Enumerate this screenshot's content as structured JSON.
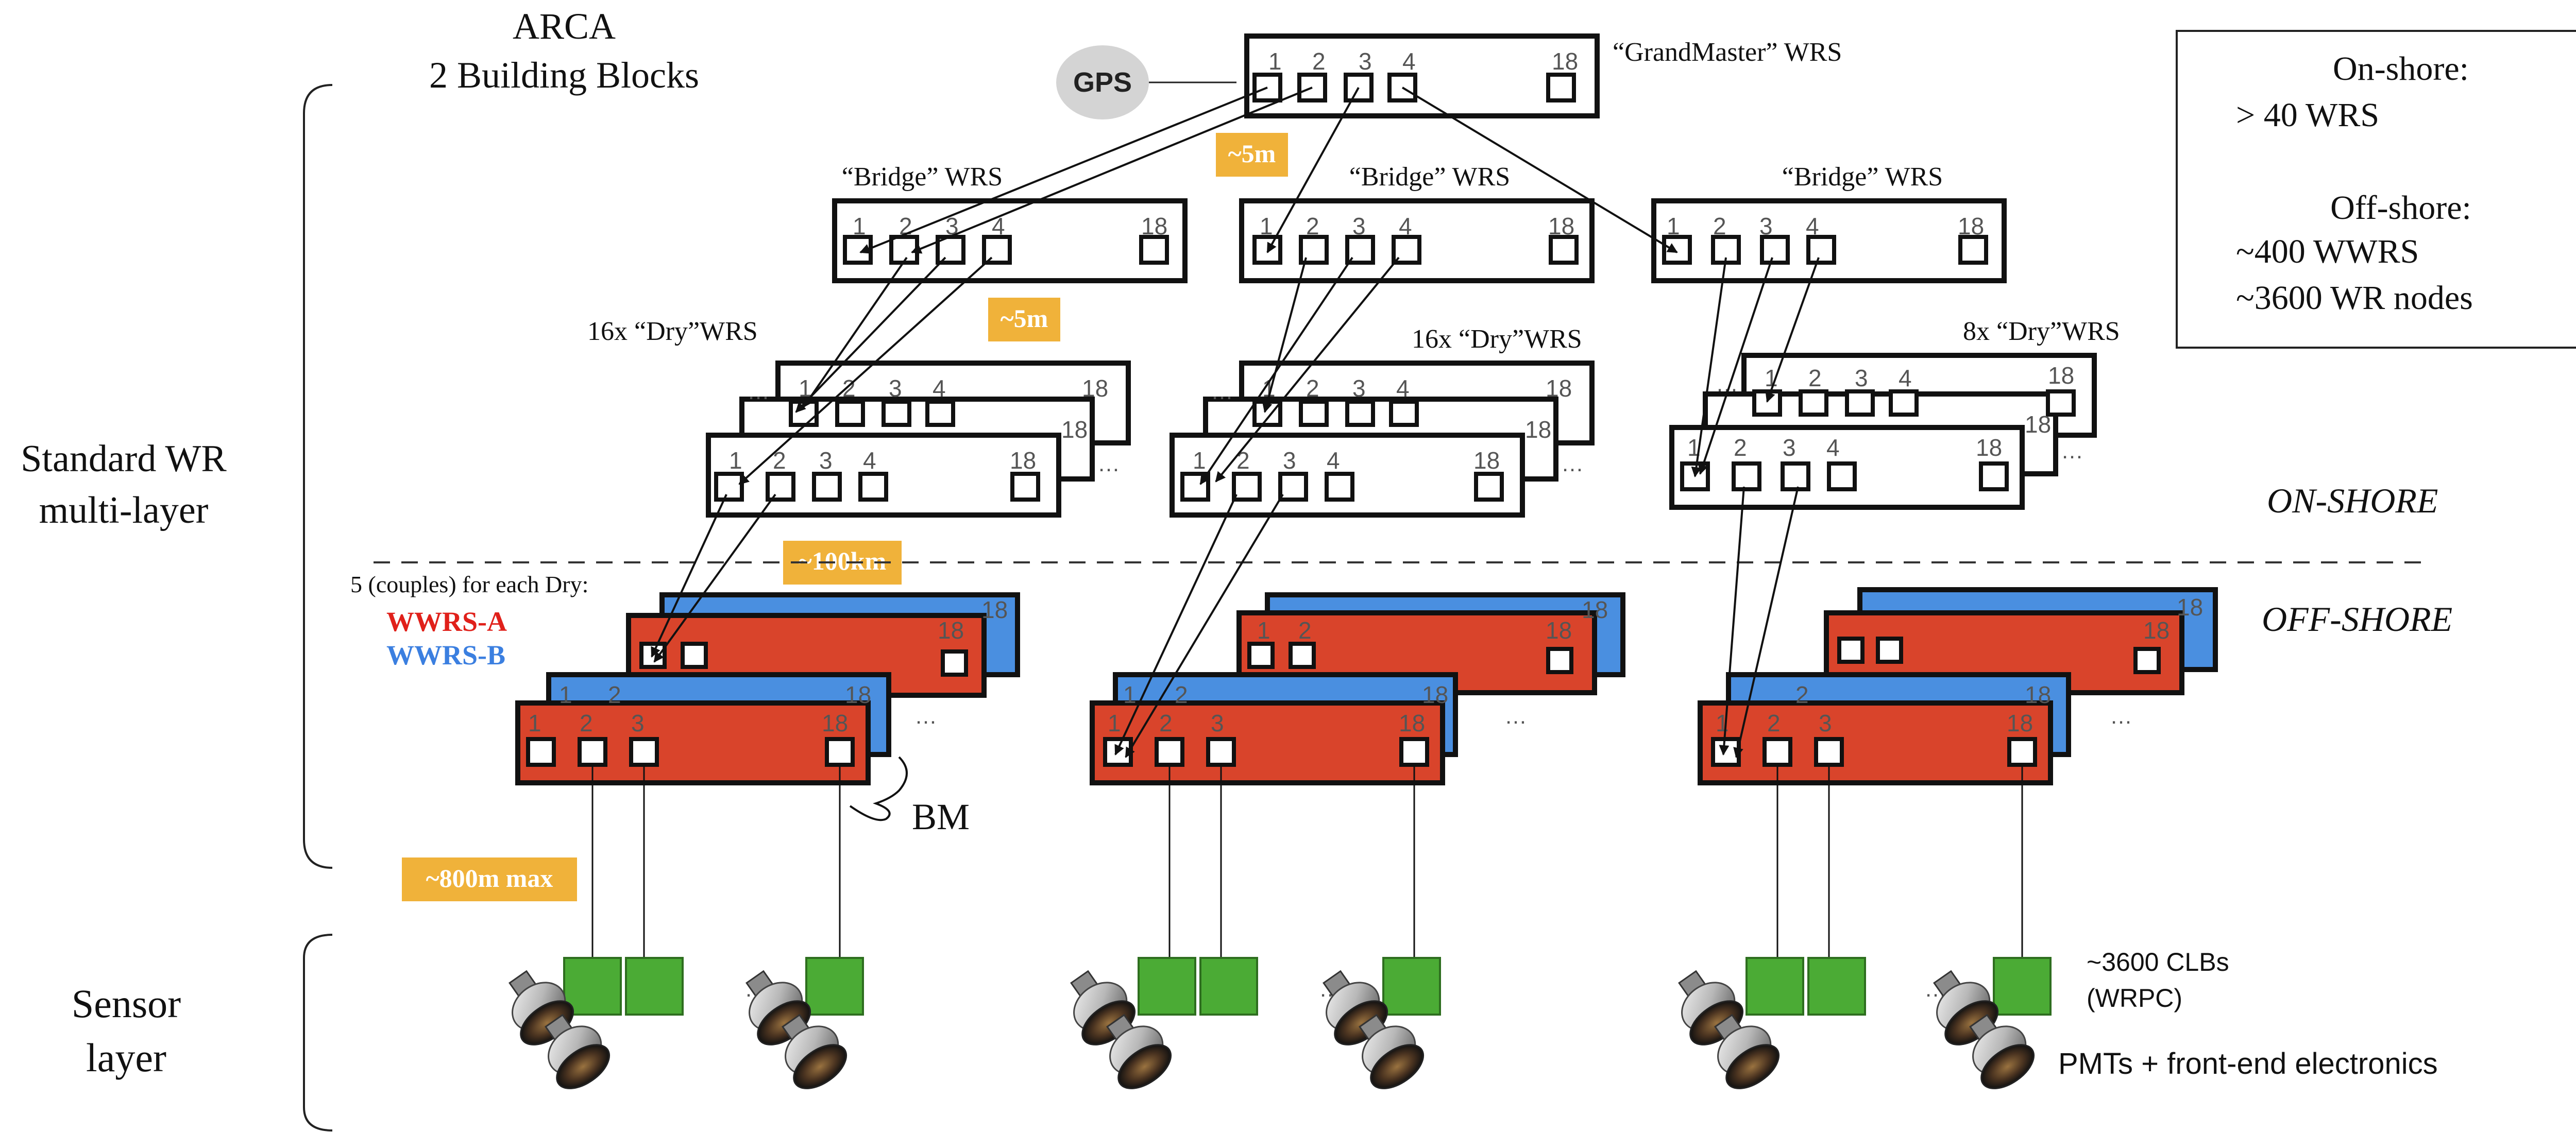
{
  "header": {
    "title_line1": "ARCA",
    "title_line2": "2 Building Blocks"
  },
  "layers": {
    "standard_line1": "Standard WR",
    "standard_line2": "multi-layer",
    "sensor_line1": "Sensor",
    "sensor_line2": "layer"
  },
  "gps_label": "GPS",
  "grandmaster_label": "“GrandMaster” WRS",
  "bridge_label": "“Bridge” WRS",
  "dry16_label": "16x “Dry”WRS",
  "dry8_label": "8x “Dry”WRS",
  "ports": {
    "p1": "1",
    "p2": "2",
    "p3": "3",
    "p4": "4",
    "p18": "18"
  },
  "ellipsis": "…",
  "distances": {
    "d1": "~5m",
    "d2": "~5m",
    "d3": "~100km",
    "d4": "~800m max"
  },
  "zones": {
    "onshore": "ON-SHORE",
    "offshore": "OFF-SHORE"
  },
  "couples_note": "5 (couples) for each Dry:",
  "wwrs_a": "WWRS-A",
  "wwrs_b": "WWRS-B",
  "bm_label": "BM",
  "summary": {
    "onshore_title": "On-shore:",
    "onshore_count": "> 40 WRS",
    "offshore_title": "Off-shore:",
    "offshore_wwrs": "~400 WWRS",
    "offshore_nodes": "~3600 WR nodes"
  },
  "clb_line1": "~3600 CLBs",
  "clb_line2": "(WRPC)",
  "pmt_label": "PMTs + front-end electronics",
  "colors": {
    "red_switch": "#d9442b",
    "blue_switch": "#4a8fe0",
    "clb_green": "#4bab35",
    "tag_orange": "#f0b23a",
    "gps_gray": "#d4d4d4",
    "wwrs_a_text": "#e0201a",
    "wwrs_b_text": "#3b7fe0"
  }
}
